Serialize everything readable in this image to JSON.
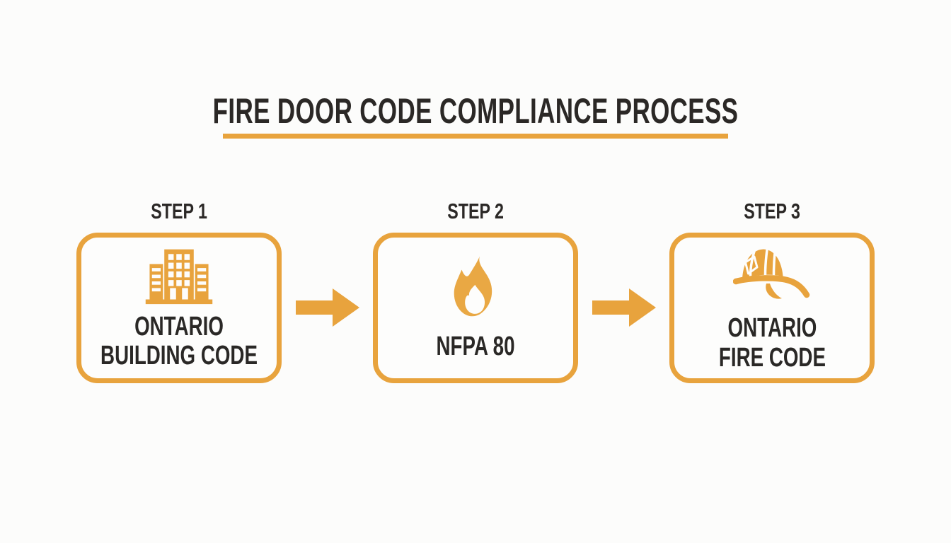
{
  "title": "FIRE DOOR CODE COMPLIANCE PROCESS",
  "colors": {
    "accent": "#E8A33D",
    "text_dark": "#2B2826",
    "background": "#FCFCFB"
  },
  "steps": [
    {
      "label": "STEP 1",
      "name": "ONTARIO BUILDING CODE",
      "name_lines": [
        "ONTARIO",
        "BUILDING CODE"
      ],
      "icon": "building-icon"
    },
    {
      "label": "STEP 2",
      "name": "NFPA 80",
      "name_lines": [
        "NFPA 80"
      ],
      "icon": "flame-icon"
    },
    {
      "label": "STEP 3",
      "name": "ONTARIO FIRE CODE",
      "name_lines": [
        "ONTARIO",
        "FIRE CODE"
      ],
      "icon": "firefighter-helmet-icon"
    }
  ],
  "connectors": [
    {
      "icon": "arrow-right-icon"
    },
    {
      "icon": "arrow-right-icon"
    }
  ]
}
